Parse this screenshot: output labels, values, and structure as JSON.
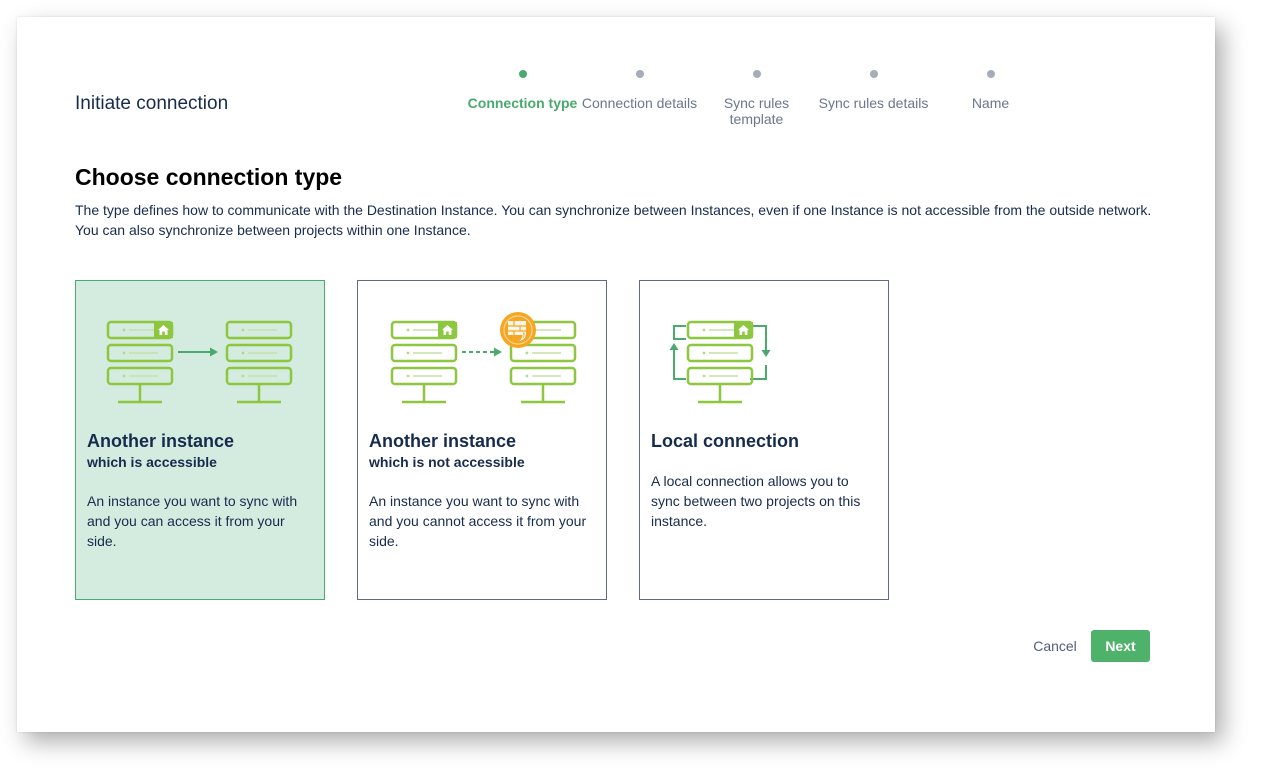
{
  "dialog": {
    "title": "Initiate connection"
  },
  "stepper": {
    "steps": [
      {
        "label": "Connection type",
        "state": "active"
      },
      {
        "label": "Connection details",
        "state": "pending"
      },
      {
        "label": "Sync rules template",
        "state": "pending"
      },
      {
        "label": "Sync rules details",
        "state": "pending"
      },
      {
        "label": "Name",
        "state": "pending"
      }
    ]
  },
  "main": {
    "heading": "Choose connection type",
    "description": "The type defines how to communicate with the Destination Instance. You can synchronize between Instances, even if one Instance is not accessible from the outside network. You can also synchronize between projects within one Instance."
  },
  "cards": [
    {
      "title": "Another instance",
      "subtitle": "which is accessible",
      "text": "An instance you want to sync with and you can access it from your side.",
      "selected": true,
      "icon": "servers-sync-icon"
    },
    {
      "title": "Another instance",
      "subtitle": "which is not accessible",
      "text": "An instance you want to sync with and you cannot access it from your side.",
      "selected": false,
      "icon": "servers-firewall-icon"
    },
    {
      "title": "Local connection",
      "subtitle": "",
      "text": "A local connection allows you to sync between two projects on this instance.",
      "selected": false,
      "icon": "server-loop-icon"
    }
  ],
  "footer": {
    "cancel_label": "Cancel",
    "next_label": "Next"
  },
  "colors": {
    "accent": "#4aa96c",
    "selected_card_bg": "#d3ecdf",
    "server_stroke": "#8dc63f",
    "firewall_orange": "#f5a623",
    "text_dark": "#172b4d",
    "step_pending": "#a5adba"
  }
}
